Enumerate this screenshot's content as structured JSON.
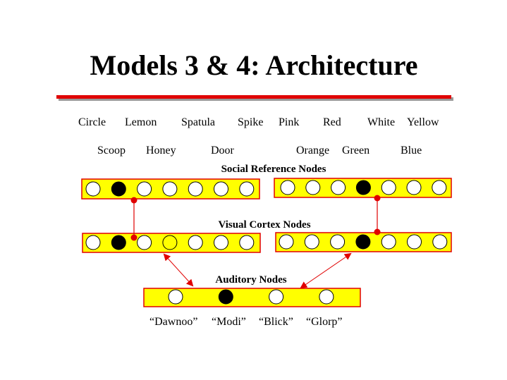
{
  "title": "Models 3 & 4: Architecture",
  "words_row1": [
    "Circle",
    "Lemon",
    "Spatula",
    "Spike",
    "Pink",
    "Red",
    "White",
    "Yellow"
  ],
  "words_row2": [
    "Scoop",
    "Honey",
    "Door",
    "Orange",
    "Green",
    "Blue"
  ],
  "labels": {
    "social": "Social Reference Nodes",
    "visual": "Visual Cortex Nodes",
    "auditory": "Auditory Nodes"
  },
  "sounds": [
    "“Dawnoo”",
    "“Modi”",
    "“Blick”",
    "“Glorp”"
  ],
  "colors": {
    "bar": "#ffff00",
    "accent": "#e00000",
    "active": "#000000",
    "inactive": "#ffffff"
  },
  "layers": {
    "social_left": [
      0,
      1,
      0,
      0,
      0,
      0,
      0
    ],
    "social_right": [
      0,
      0,
      0,
      1,
      0,
      0,
      0
    ],
    "visual_left": [
      0,
      1,
      0,
      2,
      0,
      0,
      0
    ],
    "visual_right": [
      0,
      0,
      0,
      1,
      0,
      0,
      0
    ],
    "auditory": [
      0,
      1,
      0,
      0
    ]
  }
}
